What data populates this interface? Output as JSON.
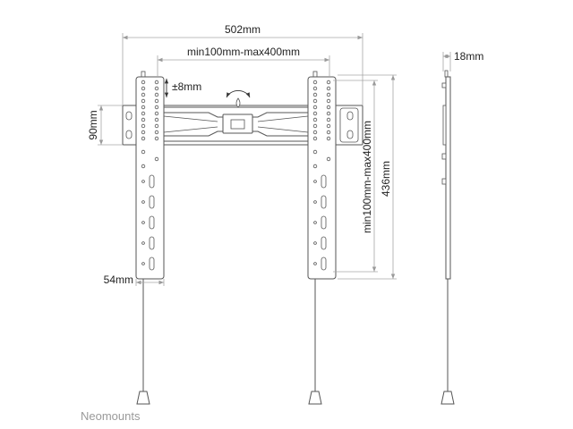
{
  "brand": {
    "logo_text": "Neomounts"
  },
  "front_view": {
    "overall_width": "502mm",
    "vesa_horizontal": "min100mm-max400mm",
    "level_adjustment": "±8mm",
    "wall_plate_height": "90mm",
    "vesa_vertical": "min100mm-max400mm",
    "bracket_height": "436mm",
    "bracket_width": "54mm"
  },
  "side_view": {
    "depth": "18mm"
  },
  "colors": {
    "line": "#555555",
    "dimension": "#a6a6a6",
    "text": "#222222",
    "brand": "#9a9a9a"
  }
}
